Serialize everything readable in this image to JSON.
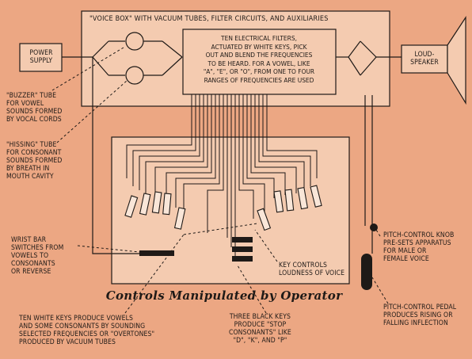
{
  "voice_box": {
    "title": "\"VOICE BOX\" WITH VACUUM TUBES, FILTER CIRCUITS, AND AUXILIARIES",
    "filters_text": "TEN ELECTRICAL FILTERS,\nACTUATED BY WHITE KEYS, PICK\nOUT AND BLEND THE FREQUENCIES\nTO BE HEARD. FOR A VOWEL, LIKE\n\"A\", \"E\", OR \"O\", FROM ONE TO FOUR\nRANGES OF FREQUENCIES ARE USED"
  },
  "power_supply": "POWER\nSUPPLY",
  "loudspeaker": "LOUD-\nSPEAKER",
  "buzzer_label": "\"BUZZER\" TUBE\nFOR VOWEL\nSOUNDS FORMED\nBY VOCAL CORDS",
  "hissing_label": "\"HISSING\" TUBE\nFOR CONSONANT\nSOUNDS FORMED\nBY BREATH IN\nMOUTH CAVITY",
  "wrist_label": "WRIST BAR\nSWITCHES FROM\nVOWELS TO\nCONSONANTS\nOR REVERSE",
  "key_controls_label": "KEY CONTROLS\nLOUDNESS OF VOICE",
  "pitch_knob_label": "PITCH-CONTROL KNOB\nPRE-SETS APPARATUS\nFOR MALE OR\nFEMALE VOICE",
  "pitch_pedal_label": "PITCH-CONTROL PEDAL\nPRODUCES RISING OR\nFALLING INFLECTION",
  "controls_caption": "Controls Manipulated by Operator",
  "white_keys_label": "TEN WHITE KEYS PRODUCE VOWELS\nAND SOME CONSONANTS BY SOUNDING\nSELECTED FREQUENCIES OR \"OVERTONES\"\nPRODUCED BY VACUUM TUBES",
  "black_keys_label": "THREE BLACK KEYS\nPRODUCE \"STOP\nCONSONANTS\" LIKE\n\"D\", \"K\", AND \"P\"",
  "colors": {
    "background": "#eca783",
    "box_fill": "#f4cbb0",
    "line": "#1f1a17"
  }
}
